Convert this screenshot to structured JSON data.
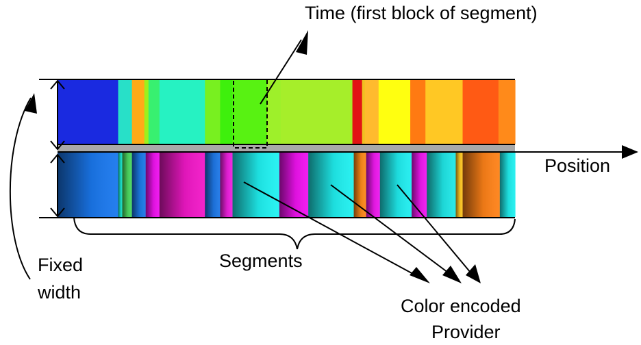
{
  "labels": {
    "time": "Time (first block of segment)",
    "position": "Position",
    "segments": "Segments",
    "fixed_width_line1": "Fixed",
    "fixed_width_line2": "width",
    "provider_line1": "Color encoded",
    "provider_line2": "Provider"
  },
  "colors": {
    "background": "#ffffff",
    "ink": "#000000",
    "separator": "#a9a9a9"
  },
  "time_strip": {
    "segments": [
      {
        "color": "#1a2ae0",
        "weight": 88
      },
      {
        "color": "#28e0c8",
        "weight": 20
      },
      {
        "color": "#ffaa18",
        "weight": 18
      },
      {
        "color": "#9cf01c",
        "weight": 6
      },
      {
        "color": "#38f070",
        "weight": 16
      },
      {
        "color": "#26f2c2",
        "weight": 66
      },
      {
        "color": "#78f020",
        "weight": 22
      },
      {
        "color": "#3ef00c",
        "weight": 18
      },
      {
        "color": "#58f212",
        "weight": 50
      },
      {
        "color": "#9ef02a",
        "weight": 20
      },
      {
        "color": "#a6ee2a",
        "weight": 104
      },
      {
        "color": "#e21414",
        "weight": 14
      },
      {
        "color": "#f0c020",
        "weight": 4
      },
      {
        "color": "#ffba2e",
        "weight": 20
      },
      {
        "color": "#ffff10",
        "weight": 46
      },
      {
        "color": "#ff7a12",
        "weight": 22
      },
      {
        "color": "#ffc824",
        "weight": 54
      },
      {
        "color": "#ff5a14",
        "weight": 52
      },
      {
        "color": "#ff8a1a",
        "weight": 24
      }
    ]
  },
  "provider_strip": {
    "segments": [
      {
        "color": "#1a78ee",
        "weight": 88
      },
      {
        "color": "#18e0c8",
        "weight": 6
      },
      {
        "color": "#4cd860",
        "weight": 14
      },
      {
        "color": "#1c7ae8",
        "weight": 20
      },
      {
        "color": "#f012f0",
        "weight": 20
      },
      {
        "color": "#f218c8",
        "weight": 66
      },
      {
        "color": "#1e78e8",
        "weight": 22
      },
      {
        "color": "#f020e0",
        "weight": 18
      },
      {
        "color": "#20f2f2",
        "weight": 68
      },
      {
        "color": "#f012f0",
        "weight": 42
      },
      {
        "color": "#20f0f0",
        "weight": 66
      },
      {
        "color": "#ff8a1a",
        "weight": 18
      },
      {
        "color": "#f018f0",
        "weight": 20
      },
      {
        "color": "#20eef0",
        "weight": 46
      },
      {
        "color": "#f018f0",
        "weight": 22
      },
      {
        "color": "#20e8e8",
        "weight": 42
      },
      {
        "color": "#ffc824",
        "weight": 10
      },
      {
        "color": "#ff8218",
        "weight": 54
      },
      {
        "color": "#20f0f0",
        "weight": 22
      }
    ]
  }
}
